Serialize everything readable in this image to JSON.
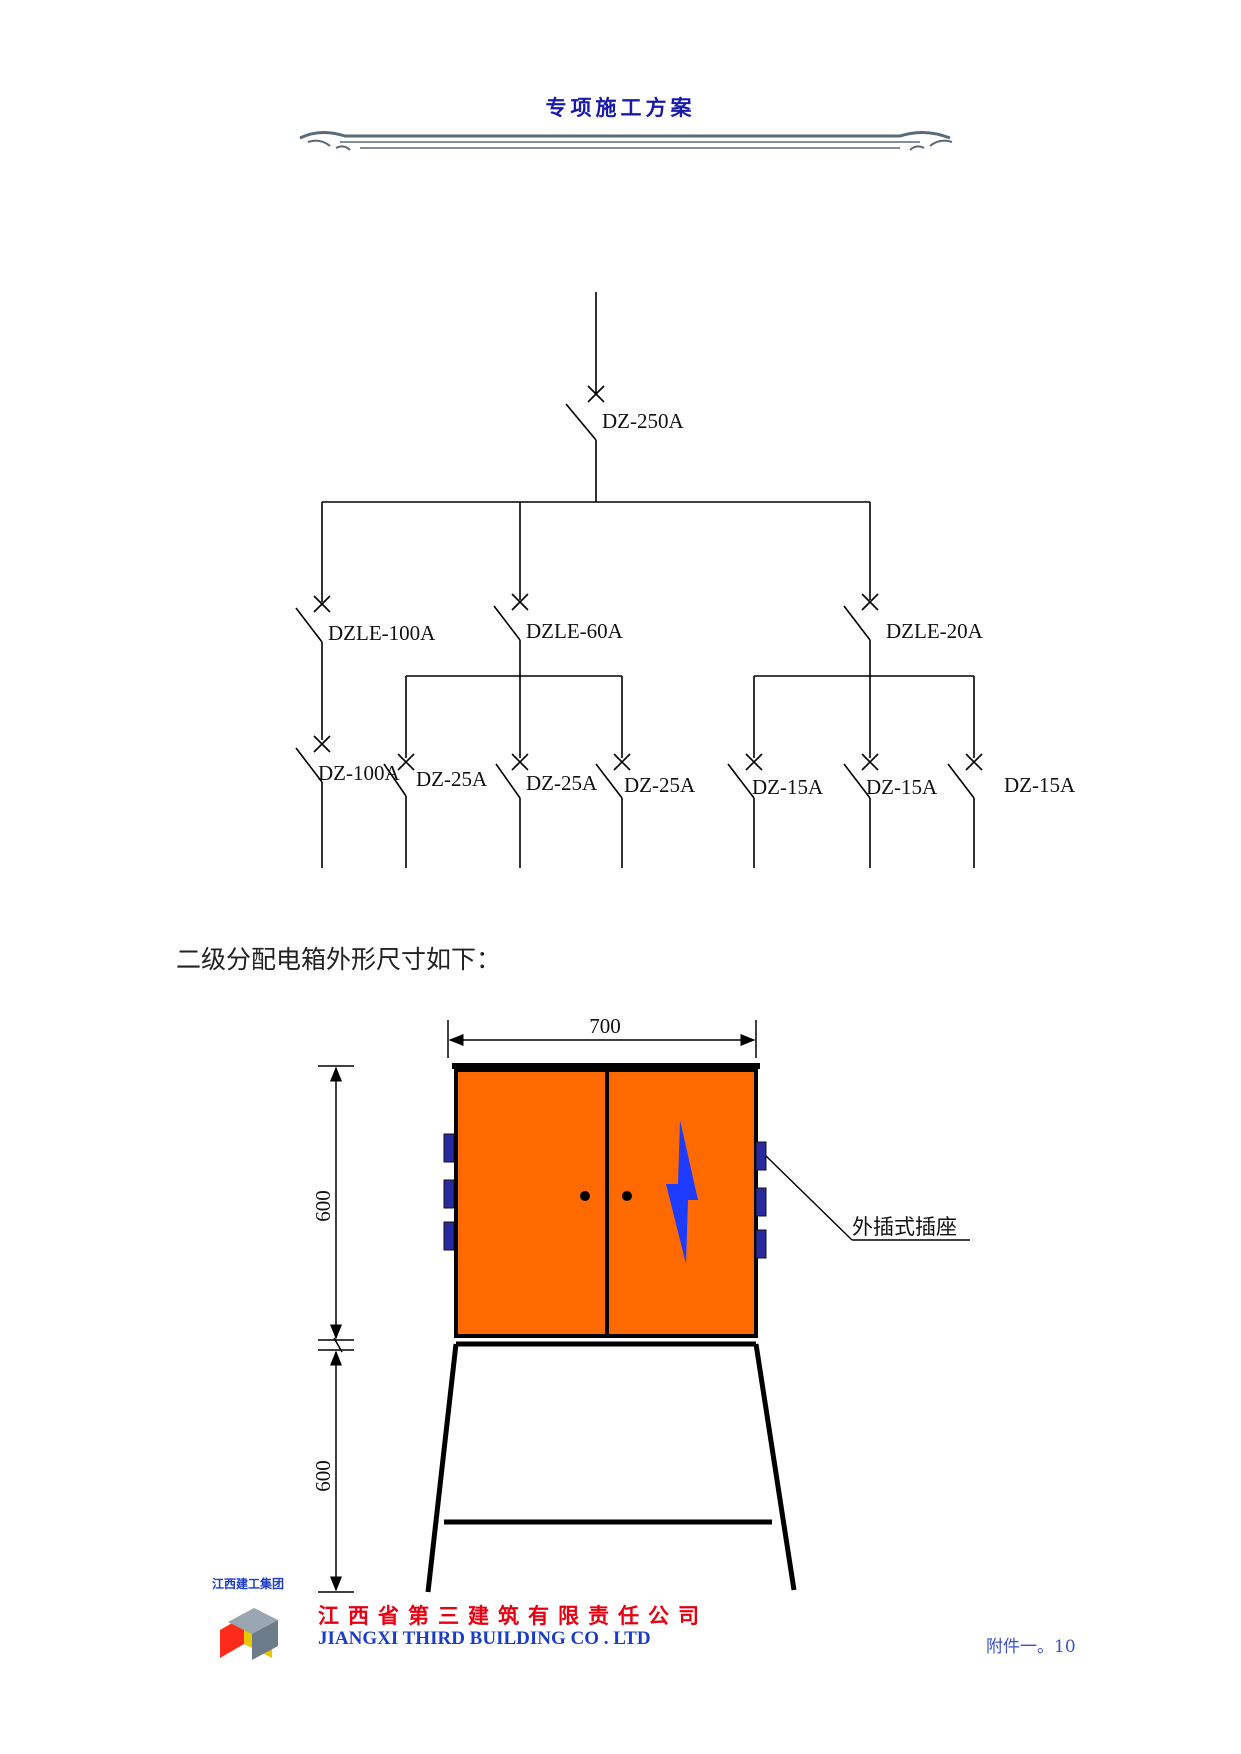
{
  "header": {
    "title": "专项施工方案"
  },
  "wiring_diagram": {
    "main_breaker": "DZ-250A",
    "branches": [
      {
        "breaker": "DZLE-100A",
        "sub_breakers": [
          "DZ-100A"
        ]
      },
      {
        "breaker": "DZLE-60A",
        "sub_breakers": [
          "DZ-25A",
          "DZ-25A",
          "DZ-25A"
        ]
      },
      {
        "breaker": "DZLE-20A",
        "sub_breakers": [
          "DZ-15A",
          "DZ-15A",
          "DZ-15A"
        ]
      }
    ]
  },
  "body_text": {
    "intro": "二级分配电箱外形尺寸如下："
  },
  "box_drawing": {
    "width_label": "700",
    "box_height_label": "600",
    "stand_height_label": "600",
    "socket_label": "外插式插座",
    "box_color": "#ff6a00",
    "socket_color": "#2a2aa0",
    "bolt_color": "#1e3cff"
  },
  "footer": {
    "company_cn": "江西省第三建筑有限责任公司",
    "company_en": "JIANGXI THIRD BUILDING CO . LTD",
    "logo_text": "江西建工集团",
    "page_ref": "附件一。10"
  }
}
